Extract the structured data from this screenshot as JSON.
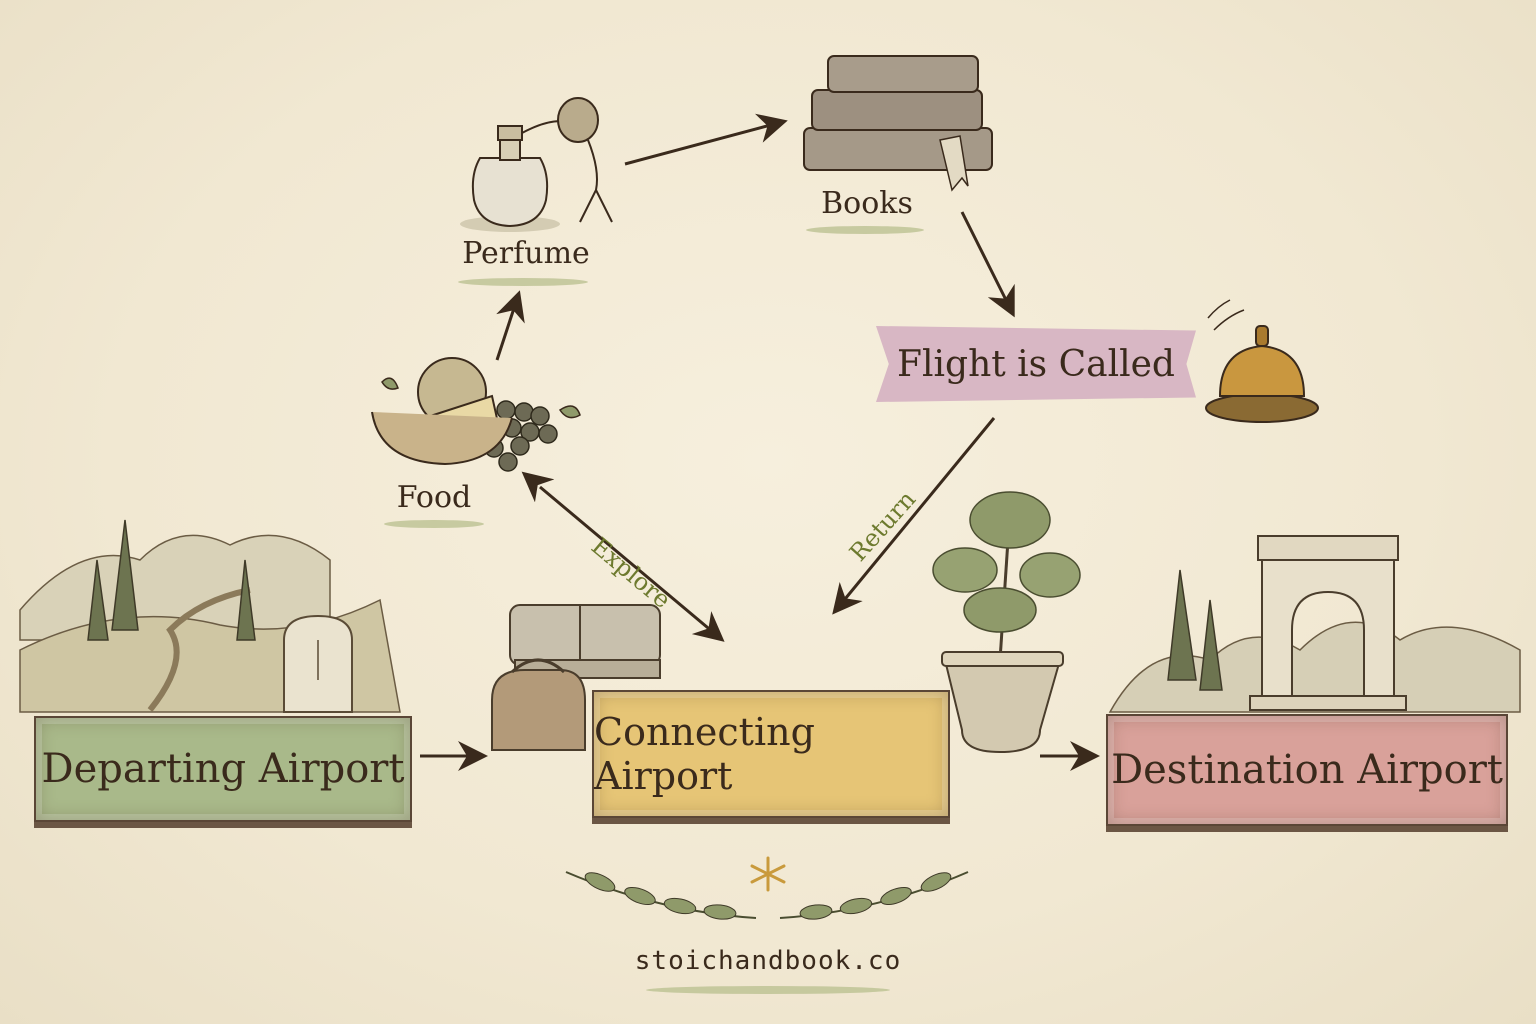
{
  "nodes": {
    "departing": {
      "label": "Departing Airport",
      "color": "#a9b98a"
    },
    "connecting": {
      "label": "Connecting Airport",
      "color": "#e6c576"
    },
    "destination": {
      "label": "Destination Airport",
      "color": "#d9a19a"
    },
    "food": {
      "label": "Food"
    },
    "perfume": {
      "label": "Perfume"
    },
    "books": {
      "label": "Books"
    },
    "flight_called": {
      "label": "Flight is Called",
      "color": "#d8b7c4"
    }
  },
  "edges": {
    "explore": "Explore",
    "return": "Return"
  },
  "footer": {
    "site": "stoichandbook.co"
  },
  "icons": [
    "perfume-bottle-icon",
    "books-stack-icon",
    "food-basket-icon",
    "service-bell-icon",
    "landscape-icon",
    "bench-luggage-icon",
    "potted-plant-icon",
    "stone-arch-icon",
    "laurel-branch-icon",
    "asterisk-icon"
  ]
}
